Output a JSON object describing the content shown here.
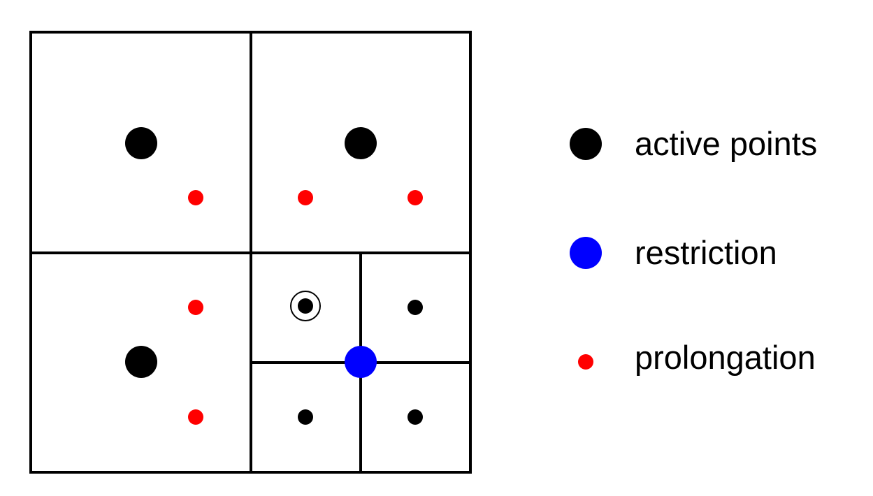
{
  "colors": {
    "active": "#000000",
    "restriction": "#0000ff",
    "prolongation": "#ff0000",
    "grid": "#000000"
  },
  "legend": [
    {
      "label": "active points",
      "kind": "active"
    },
    {
      "label": "restriction",
      "kind": "restriction"
    },
    {
      "label": "prolongation",
      "kind": "prolongation"
    }
  ]
}
